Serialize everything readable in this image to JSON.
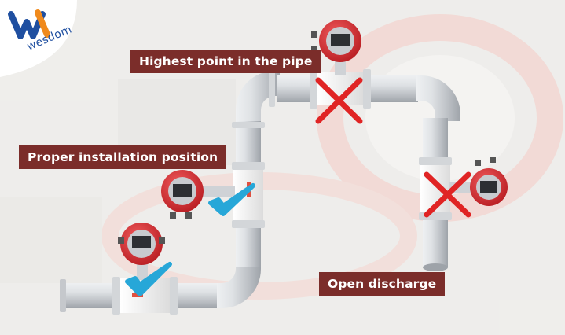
{
  "brand": {
    "name": "wesdom",
    "primary_color": "#1f4fa0",
    "accent_color": "#f08a1c"
  },
  "labels": {
    "highest_point": "Highest point in the pipe",
    "proper_position": "Proper installation position",
    "open_discharge": "Open discharge"
  },
  "colors": {
    "label_bg": "#7b2d2a",
    "check": "#27a7d8",
    "cross": "#e02424",
    "transmitter": "#d42a2e",
    "pipe": "#cfd2d6"
  },
  "markers": [
    {
      "position": "bottom horizontal run",
      "status": "correct",
      "icon": "check-icon"
    },
    {
      "position": "vertical riser",
      "status": "correct",
      "icon": "check-icon"
    },
    {
      "position": "highest point",
      "status": "incorrect",
      "icon": "cross-icon"
    },
    {
      "position": "open discharge outlet",
      "status": "incorrect",
      "icon": "cross-icon"
    }
  ]
}
